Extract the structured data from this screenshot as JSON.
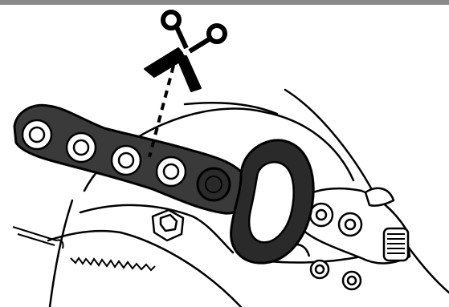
{
  "figure": {
    "top_band_color": "#8a8a8a",
    "line_color": "#000000",
    "background": "#ffffff",
    "strap_fill": "#3a3a3a",
    "loop_fill": "#2a2a2a",
    "icons": [
      "scissors-icon"
    ],
    "parts": [
      "adjuster-strap",
      "clamp-loop",
      "helmet-shell",
      "buckle-mechanism"
    ]
  }
}
